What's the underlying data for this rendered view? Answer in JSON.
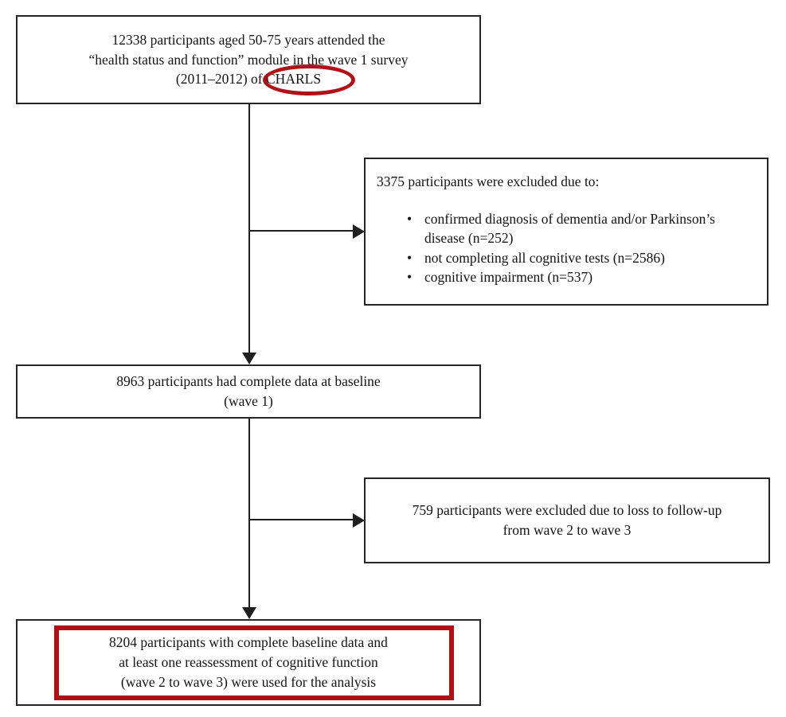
{
  "figure": {
    "type": "flowchart",
    "title": "Participant selection flow diagram"
  },
  "nodes": {
    "box1": {
      "line1": "12338 participants aged 50-75 years attended the",
      "line2": "“health status and function” module in the wave 1 survey",
      "line3": "(2011–2012) of CHARLS"
    },
    "box2": {
      "heading": "3375 participants were excluded due to:",
      "bullets": [
        "confirmed diagnosis of dementia and/or Parkinson’s disease (n=252)",
        "not completing all cognitive tests (n=2586)",
        "cognitive impairment (n=537)"
      ],
      "bullet_glyph": "•"
    },
    "box3": {
      "line1": "8963 participants had complete data at baseline",
      "line2": "(wave 1)"
    },
    "box4": {
      "line1": "759 participants were excluded due to loss to follow-up",
      "line2": "from wave 2 to wave 3"
    },
    "box5": {
      "line1": "8204 participants with complete baseline data and",
      "line2": "at least one reassessment of cognitive function",
      "line3": "(wave 2 to wave 3) were used for the analysis"
    }
  },
  "annotations": {
    "ellipse_highlight": {
      "target": "CHARLS",
      "color": "#b01116"
    },
    "rect_highlight": {
      "target": "box5",
      "color": "#b01116"
    }
  },
  "colors": {
    "box_border": "#262626",
    "connector": "#1f1f1f",
    "highlight_red": "#b01116",
    "background": "#ffffff",
    "text": "#141414"
  }
}
